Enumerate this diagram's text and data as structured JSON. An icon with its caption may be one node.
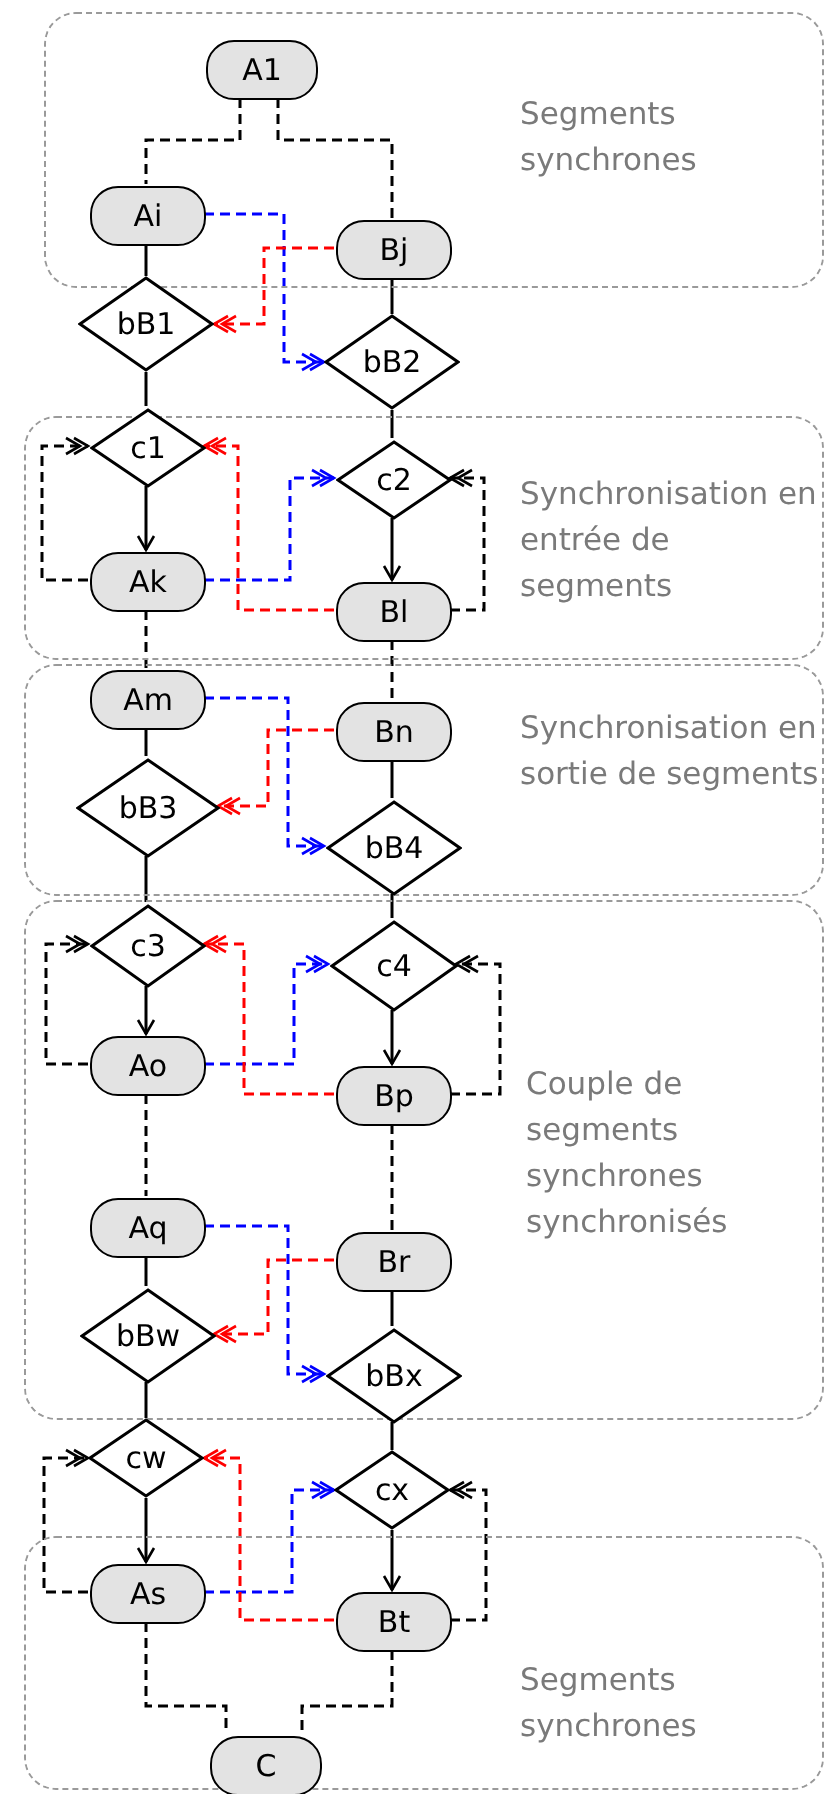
{
  "diagram": {
    "nodes": [
      {
        "text": [
          "Segments synchrones"
        ]
      },
      {
        "text": [
          "A1"
        ],
        "in": 0
      },
      {
        "text": [
          "Ai"
        ],
        "in": 0
      },
      {
        "text": [
          "Bj"
        ],
        "in": 0
      },
      {
        "text": [
          "bB1"
        ]
      },
      {
        "text": [
          "bB2"
        ]
      },
      {
        "text": [
          "Synchronisation en entrée de segments"
        ]
      },
      {
        "text": [
          "c1"
        ],
        "in": 6
      },
      {
        "text": [
          "c2"
        ],
        "in": 6
      },
      {
        "text": [
          "Ak"
        ],
        "in": 6
      },
      {
        "text": [
          "Bl"
        ],
        "in": 6
      },
      {
        "text": [
          "Synchronisation en sortie de segments"
        ]
      },
      {
        "text": [
          "Am"
        ],
        "in": 11
      },
      {
        "text": [
          "Bn"
        ],
        "in": 11
      },
      {
        "text": [
          "bB3"
        ],
        "in": 11
      },
      {
        "text": [
          "bB4"
        ],
        "in": 11
      },
      {
        "text": [
          "Couple de segments synchrones synchronisés"
        ]
      },
      {
        "text": [
          "c3"
        ],
        "in": 16
      },
      {
        "text": [
          "c4"
        ],
        "in": 16
      },
      {
        "text": [
          "Ao"
        ],
        "in": 16
      },
      {
        "text": [
          "Bp"
        ],
        "in": 16
      },
      {
        "text": [
          "Aq"
        ],
        "in": 16
      },
      {
        "text": [
          "Br"
        ],
        "in": 16
      },
      {
        "text": [
          "bBw"
        ],
        "in": 16
      },
      {
        "text": [
          "bBx"
        ],
        "in": 16
      },
      {
        "text": [
          "cw"
        ]
      },
      {
        "text": [
          "cx"
        ]
      },
      {
        "text": [
          "Segments synchrones"
        ]
      },
      {
        "text": [
          "As"
        ],
        "in": 27
      },
      {
        "text": [
          "Bt"
        ],
        "in": 27
      },
      {
        "text": [
          "C"
        ],
        "in": 27
      }
    ],
    "edges": [
      {
        "from": 1,
        "to": 2,
        "arrow": "none",
        "style": "dashed"
      },
      {
        "from": 1,
        "to": 3,
        "arrow": "none",
        "style": "dashed"
      },
      {
        "from": 2,
        "to": 4,
        "arrow": "none"
      },
      {
        "from": 3,
        "to": 5,
        "arrow": "none"
      },
      {
        "from": 2,
        "to": 5,
        "arrow": "to",
        "style": "dashed",
        "color": "#0000ff"
      },
      {
        "from": 3,
        "to": 4,
        "arrow": "to",
        "style": "dashed",
        "color": "#ff0000"
      },
      {
        "from": 4,
        "to": 7,
        "arrow": "none"
      },
      {
        "from": 5,
        "to": 8,
        "arrow": "none"
      },
      {
        "from": 7,
        "to": 9,
        "arrow": "to"
      },
      {
        "from": 8,
        "to": 10,
        "arrow": "to"
      },
      {
        "from": 9,
        "to": 7,
        "arrow": "to",
        "style": "dashed"
      },
      {
        "from": 10,
        "to": 8,
        "arrow": "to",
        "style": "dashed"
      },
      {
        "from": 9,
        "to": 8,
        "arrow": "to",
        "style": "dashed",
        "color": "#0000ff"
      },
      {
        "from": 10,
        "to": 7,
        "arrow": "to",
        "style": "dashed",
        "color": "#ff0000"
      },
      {
        "from": 9,
        "to": 12,
        "arrow": "none",
        "style": "dashed"
      },
      {
        "from": 10,
        "to": 13,
        "arrow": "none",
        "style": "dashed"
      },
      {
        "from": 12,
        "to": 14,
        "arrow": "none"
      },
      {
        "from": 13,
        "to": 15,
        "arrow": "none"
      },
      {
        "from": 12,
        "to": 15,
        "arrow": "to",
        "style": "dashed",
        "color": "#0000ff"
      },
      {
        "from": 13,
        "to": 14,
        "arrow": "to",
        "style": "dashed",
        "color": "#ff0000"
      },
      {
        "from": 14,
        "to": 17,
        "arrow": "none"
      },
      {
        "from": 15,
        "to": 18,
        "arrow": "none"
      },
      {
        "from": 17,
        "to": 19,
        "arrow": "to"
      },
      {
        "from": 18,
        "to": 20,
        "arrow": "to"
      },
      {
        "from": 19,
        "to": 17,
        "arrow": "to",
        "style": "dashed"
      },
      {
        "from": 20,
        "to": 18,
        "arrow": "to",
        "style": "dashed"
      },
      {
        "from": 19,
        "to": 18,
        "arrow": "to",
        "style": "dashed",
        "color": "#0000ff"
      },
      {
        "from": 20,
        "to": 17,
        "arrow": "to",
        "style": "dashed",
        "color": "#ff0000"
      },
      {
        "from": 19,
        "to": 21,
        "arrow": "none",
        "style": "dashed"
      },
      {
        "from": 20,
        "to": 22,
        "arrow": "none",
        "style": "dashed"
      },
      {
        "from": 21,
        "to": 23,
        "arrow": "none"
      },
      {
        "from": 22,
        "to": 24,
        "arrow": "none"
      },
      {
        "from": 21,
        "to": 24,
        "arrow": "to",
        "style": "dashed",
        "color": "#0000ff"
      },
      {
        "from": 22,
        "to": 23,
        "arrow": "to",
        "style": "dashed",
        "color": "#ff0000"
      },
      {
        "from": 23,
        "to": 25,
        "arrow": "none"
      },
      {
        "from": 24,
        "to": 26,
        "arrow": "none"
      },
      {
        "from": 25,
        "to": 28,
        "arrow": "to"
      },
      {
        "from": 26,
        "to": 29,
        "arrow": "to"
      },
      {
        "from": 28,
        "to": 25,
        "arrow": "to",
        "style": "dashed"
      },
      {
        "from": 29,
        "to": 26,
        "arrow": "to",
        "style": "dashed"
      },
      {
        "from": 28,
        "to": 26,
        "arrow": "to",
        "style": "dashed",
        "color": "#0000ff"
      },
      {
        "from": 29,
        "to": 25,
        "arrow": "to",
        "style": "dashed",
        "color": "#ff0000"
      },
      {
        "from": 28,
        "to": 30,
        "arrow": "none",
        "style": "dashed"
      },
      {
        "from": 29,
        "to": 30,
        "arrow": "none",
        "style": "dashed"
      }
    ]
  }
}
